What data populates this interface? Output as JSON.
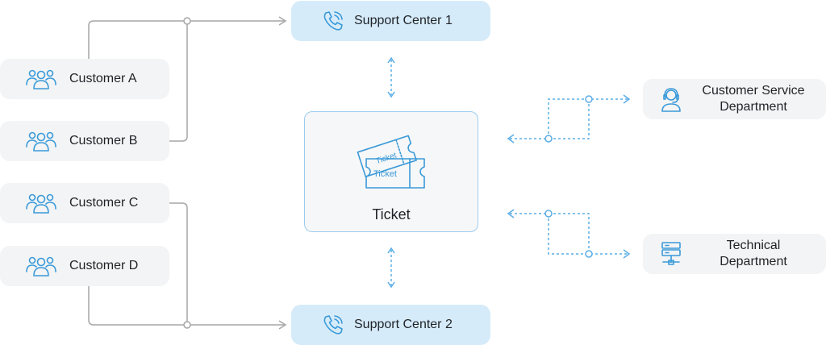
{
  "customers": [
    {
      "label": "Customer A",
      "icon": "users-group-icon"
    },
    {
      "label": "Customer B",
      "icon": "users-group-icon"
    },
    {
      "label": "Customer C",
      "icon": "users-group-icon"
    },
    {
      "label": "Customer D",
      "icon": "users-group-icon"
    }
  ],
  "support_centers": [
    {
      "label": "Support Center 1",
      "icon": "phone-ringing-icon"
    },
    {
      "label": "Support Center 2",
      "icon": "phone-ringing-icon"
    }
  ],
  "ticket": {
    "label": "Ticket",
    "icon": "tickets-icon",
    "icon_text": "Ticket"
  },
  "departments": [
    {
      "line1": "Customer Service",
      "line2": "Department",
      "icon": "headset-agent-icon"
    },
    {
      "line1": "Technical",
      "line2": "Department",
      "icon": "server-icon"
    }
  ],
  "colors": {
    "accent": "#3a9ad9",
    "connector_gray": "#a6a6a6",
    "support_bg": "#d6ebf9",
    "card_bg": "#f3f4f5",
    "ticket_border": "#9ccdf0"
  }
}
